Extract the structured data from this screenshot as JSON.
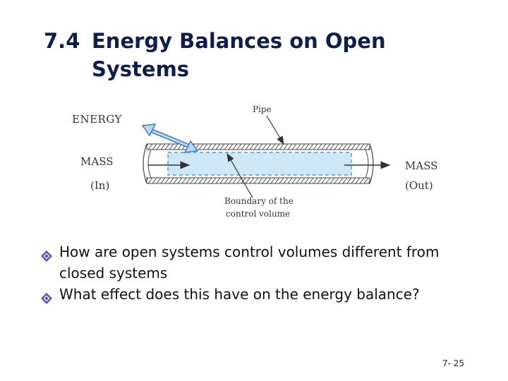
{
  "slide": {
    "title_number": "7.4",
    "title_line1": "Energy Balances  on Open",
    "title_line2": "Systems",
    "page_number": "7- 25"
  },
  "diagram": {
    "energy_label": "ENERGY",
    "pipe_label": "Pipe",
    "mass_in_label": "MASS",
    "in_label": "(In)",
    "mass_out_label": "MASS",
    "out_label": "(Out)",
    "boundary_label_line1": "Boundary of the",
    "boundary_label_line2": "control volume",
    "control_volume_color": "#cfe8f8",
    "boundary_dash_color": "#4a9ad8"
  },
  "bullets": [
    {
      "text_line1": "How are open systems control volumes different from",
      "text_line2": "closed systems"
    },
    {
      "text_line1": "What effect does this have on the energy balance?"
    }
  ]
}
